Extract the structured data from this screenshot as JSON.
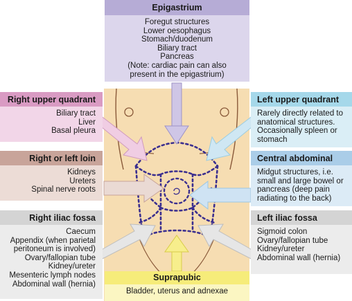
{
  "regions": {
    "epigastrium": {
      "title": "Epigastrium",
      "text": "Foregut structures\nLower oesophagus\nStomach/duodenum\nBiliary tract\nPancreas\n(Note: cardiac pain can also\npresent in the epigastrium)"
    },
    "right_upper_quadrant": {
      "title": "Right upper quadrant",
      "text": "Biliary tract\nLiver\nBasal pleura"
    },
    "left_upper_quadrant": {
      "title": "Left upper quadrant",
      "text": "Rarely directly related to\nanatomical structures.\nOccasionally spleen or\nstomach"
    },
    "loin": {
      "title": "Right or left loin",
      "text": "Kidneys\nUreters\nSpinal nerve roots"
    },
    "central_abdominal": {
      "title": "Central abdominal",
      "text": "Midgut structures, i.e.\nsmall and large bowel or\npancreas (deep pain\nradiating to the back)"
    },
    "right_iliac_fossa": {
      "title": "Right iliac fossa",
      "text": "Caecum\nAppendix (when parietal\nperitoneum is involved)\nOvary/fallopian tube\nKidney/ureter\nMesenteric lymph nodes\nAbdominal wall (hernia)"
    },
    "left_iliac_fossa": {
      "title": "Left iliac fossa",
      "text": "Sigmoid colon\nOvary/fallopian tube\nKidney/ureter\nAbdominal wall (hernia)"
    },
    "suprapubic": {
      "title": "Suprapubic",
      "text": "Bladder, uterus and adnexae"
    }
  },
  "colors": {
    "skin": "#f6ddb2",
    "outline": "#8a5a3a",
    "dotted_line": "#3b2f8f",
    "epigastrium_header": "#b6acd6",
    "epigastrium_body": "#dcd6ec",
    "ruq_header": "#d99bc3",
    "ruq_body": "#f2d6e8",
    "luq_header": "#a5d8ea",
    "luq_body": "#daeef6",
    "loin_header": "#c8a49a",
    "loin_body": "#ecdcd6",
    "central_header": "#aacde8",
    "central_body": "#dcebf6",
    "rif_header": "#d4d4d4",
    "rif_body": "#ececec",
    "lif_header": "#d4d4d4",
    "lif_body": "#ececec",
    "suprapubic_header": "#f6ec7a",
    "suprapubic_body": "#fbf6c2"
  }
}
